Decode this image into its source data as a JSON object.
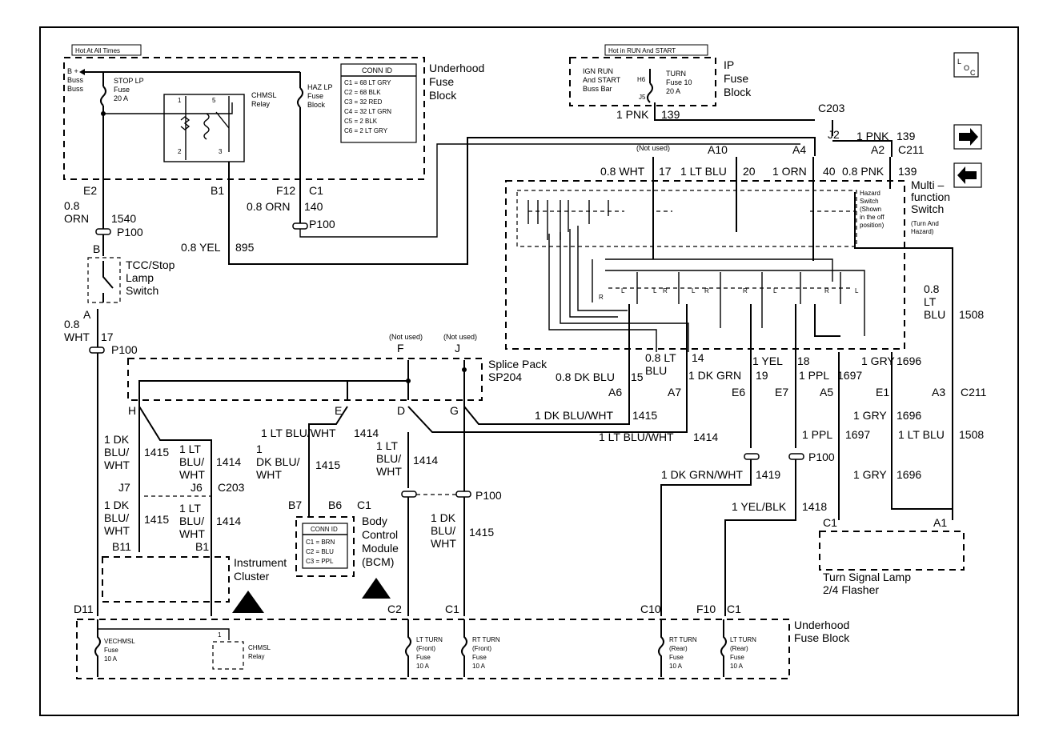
{
  "fuse_blocks": {
    "underhood_top": {
      "title": "Underhood\nFuse\nBlock",
      "hot_tag": "Hot At All Times",
      "b_plus": "B +\nBuss\nBuss",
      "stop_fuse": "STOP LP\nFuse\n20 A",
      "haz_fuse": "HAZ LP\nFuse\nBlock",
      "chmsl_relay": "CHMSL\nRelay",
      "relay_pins": [
        "1",
        "5",
        "2",
        "3"
      ]
    },
    "conn_id_top": {
      "title": "CONN ID",
      "lines": [
        "C1 = 68 LT GRY",
        "C2 = 68 BLK",
        "C3 = 32 RED",
        "C4 = 32 LT GRN",
        "C5 = 2 BLK",
        "C6 = 2 LT GRY"
      ]
    },
    "ip": {
      "title": "IP\nFuse\nBlock",
      "hot_tag": "Hot in RUN And START",
      "bus": "IGN RUN\nAnd START\nBuss Bar",
      "fuse": "TURN\nFuse 10\n20 A",
      "pins": [
        "H6",
        "J5"
      ]
    },
    "underhood_bottom": {
      "title": "Underhood\nFuse Block",
      "fuses": [
        "VECHMSL\nFuse\n10 A",
        "LT TURN\n(Front)\nFuse\n10 A",
        "RT TURN\n(Front)\nFuse\n10 A",
        "RT TURN\n(Rear)\nFuse\n10 A",
        "LT TURN\n(Rear)\nFuse\n10 A"
      ],
      "relay": "CHMSL\nRelay",
      "relay_pin": "1"
    }
  },
  "components": {
    "tcc_switch": "TCC/Stop\nLamp\nSwitch",
    "multifunction": "Multi –\nfunction\nSwitch\n(Turn And\nHazard)",
    "hazard": "Hazard\nSwitch\n(Shown\nin the off\nposition)",
    "splice_pack": "Splice Pack\nSP204",
    "bcm": "Body\nControl\nModule\n(BCM)",
    "conn_id_bcm": {
      "title": "CONN ID",
      "lines": [
        "C1 = BRN",
        "C2 = BLU",
        "C3 = PPL"
      ]
    },
    "instrument_cluster": "Instrument\nCluster",
    "flasher": "Turn Signal Lamp\n2/4 Flasher",
    "loc_icon": "L O C",
    "arrow_right": "next-page-arrow",
    "arrow_left": "previous-page-arrow",
    "esd_icon": "esd-warning-icon",
    "not_used": "(Not used)"
  },
  "connectors": {
    "E2": "E2",
    "B1": "B1",
    "F12": "F12",
    "C1": "C1",
    "B": "B",
    "A": "A",
    "P100": "P100",
    "C203": "C203",
    "J2": "J2",
    "A10": "A10",
    "A4": "A4",
    "A2": "A2",
    "C211": "C211",
    "A6": "A6",
    "A7": "A7",
    "E6": "E6",
    "E7": "E7",
    "A5": "A5",
    "E1": "E1",
    "A3": "A3",
    "F": "F",
    "J": "J",
    "H": "H",
    "E": "E",
    "D": "D",
    "G": "G",
    "J7": "J7",
    "J6": "J6",
    "B11": "B11",
    "B7": "B7",
    "B6": "B6",
    "D11": "D11",
    "C2": "C2",
    "C10": "C10",
    "F10": "F10"
  },
  "wires": {
    "orn_1540": "0.8\nORN",
    "n1540": "1540",
    "orn_140": "0.8 ORN",
    "n140": "140",
    "yel_895": "0.8 YEL",
    "n895": "895",
    "wht_17": "0.8\nWHT",
    "n17": "17",
    "pnk_139a": "1 PNK",
    "n139a": "139",
    "pnk_139b": "1 PNK",
    "n139b": "139",
    "wht_17b": "0.8 WHT",
    "n17b": "17",
    "ltblu_20": "1 LT BLU",
    "n20": "20",
    "orn_40": "1 ORN",
    "n40": "40",
    "pnk_139c": "0.8 PNK",
    "n139c": "139",
    "dkblu_15": "0.8 DK BLU",
    "n15": "15",
    "ltblu_14": "0.8 LT\nBLU",
    "n14": "14",
    "dkgrn_19": "1 DK GRN",
    "n19": "19",
    "yel_18": "1 YEL",
    "n18": "18",
    "ppl_1697": "1 PPL",
    "n1697": "1697",
    "gry_1696a": "1 GRY",
    "n1696a": "1696",
    "ltblu_1508": "0.8\nLT\nBLU",
    "n1508": "1508",
    "dkbluwht_1415": "1 DK BLU/WHT",
    "n1415": "1415",
    "ltbluwht_1414": "1 LT BLU/WHT",
    "n1414": "1414",
    "gry_1696b": "1 GRY",
    "n1696b": "1696",
    "ppl_1697b": "1 PPL",
    "n1697b": "1697",
    "ltblu_1508b": "1 LT BLU",
    "n1508b": "1508",
    "gry_1696c": "1 GRY",
    "n1696c": "1696",
    "dkgrnwht_1419": "1 DK GRN/WHT",
    "n1419": "1419",
    "yelblk_1418": "1 YEL/BLK",
    "n1418": "1418",
    "ltbluwht_1414b": "1 LT BLU/WHT",
    "n1414b": "1414",
    "dkbluwht_h": "1 DK\nBLU/\nWHT",
    "n1415h": "1415",
    "ltbluwht_j6": "1 LT\nBLU/\nWHT",
    "n1414j6": "1414",
    "dkbluwht_e": "1\nDK BLU/\nWHT",
    "n1415e": "1415",
    "ltbluwht_d": "1 LT\nBLU/\nWHT",
    "n1414d": "1414",
    "dkbluwht_j7": "1 DK\nBLU/\nWHT",
    "n1415j7": "1415",
    "ltbluwht_b1": "1 LT\nBLU/\nWHT",
    "n1414b1": "1414",
    "dkbluwht_p100": "1 DK\nBLU/\nWHT",
    "n1415p": "1415"
  },
  "switch_letters": [
    "R",
    "L",
    "R",
    "L",
    "R",
    "L",
    "R",
    "L",
    "R",
    "L"
  ]
}
